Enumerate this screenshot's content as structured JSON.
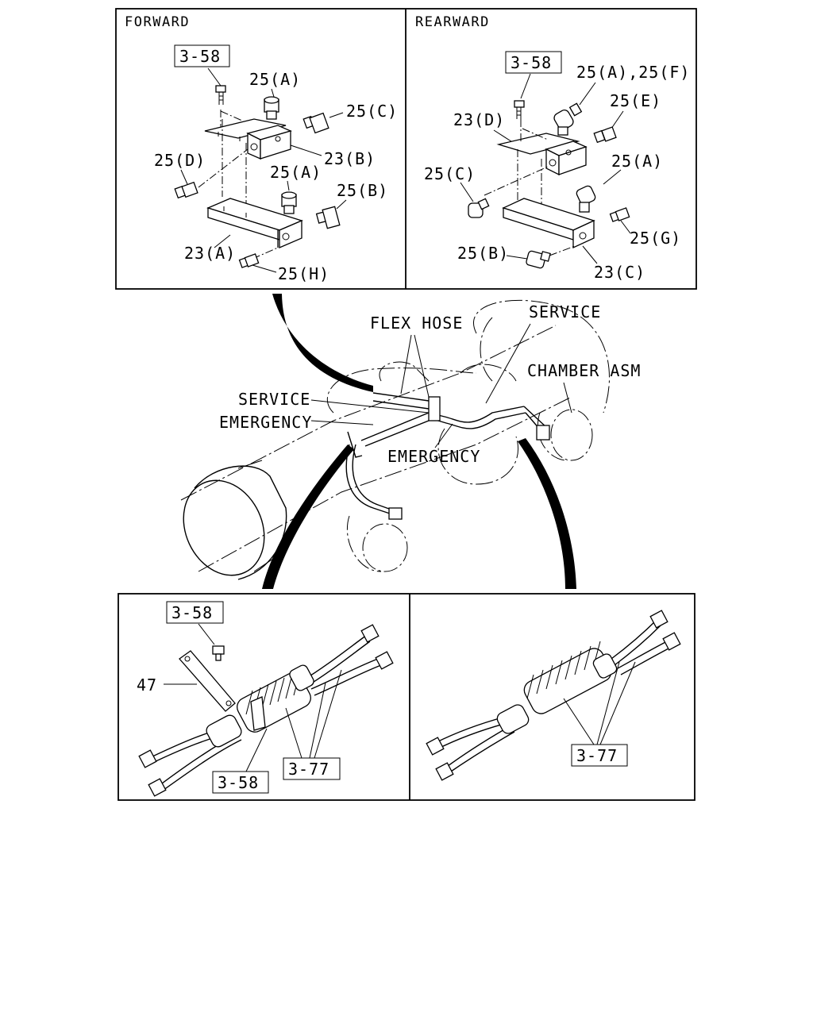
{
  "panels": {
    "forward": {
      "title": "FORWARD",
      "labels": {
        "ref_358": "3-58",
        "a_top": "25(A)",
        "c": "25(C)",
        "b23": "23(B)",
        "d": "25(D)",
        "a_mid": "25(A)",
        "b": "25(B)",
        "a23": "23(A)",
        "h": "25(H)"
      }
    },
    "rearward": {
      "title": "REARWARD",
      "labels": {
        "ref_358": "3-58",
        "af": "25(A),25(F)",
        "e": "25(E)",
        "d23": "23(D)",
        "a": "25(A)",
        "c": "25(C)",
        "g": "25(G)",
        "b": "25(B)",
        "c23": "23(C)"
      }
    },
    "center": {
      "flex_hose": "FLEX HOSE",
      "service_right": "SERVICE",
      "chamber": "CHAMBER ASM",
      "service_left": "SERVICE",
      "emergency_left": "EMERGENCY",
      "emergency_mid": "EMERGENCY"
    },
    "bottom_left": {
      "ref_358_top": "3-58",
      "part47": "47",
      "ref_358_bottom": "3-58",
      "ref_377": "3-77"
    },
    "bottom_right": {
      "ref_377": "3-77"
    }
  }
}
